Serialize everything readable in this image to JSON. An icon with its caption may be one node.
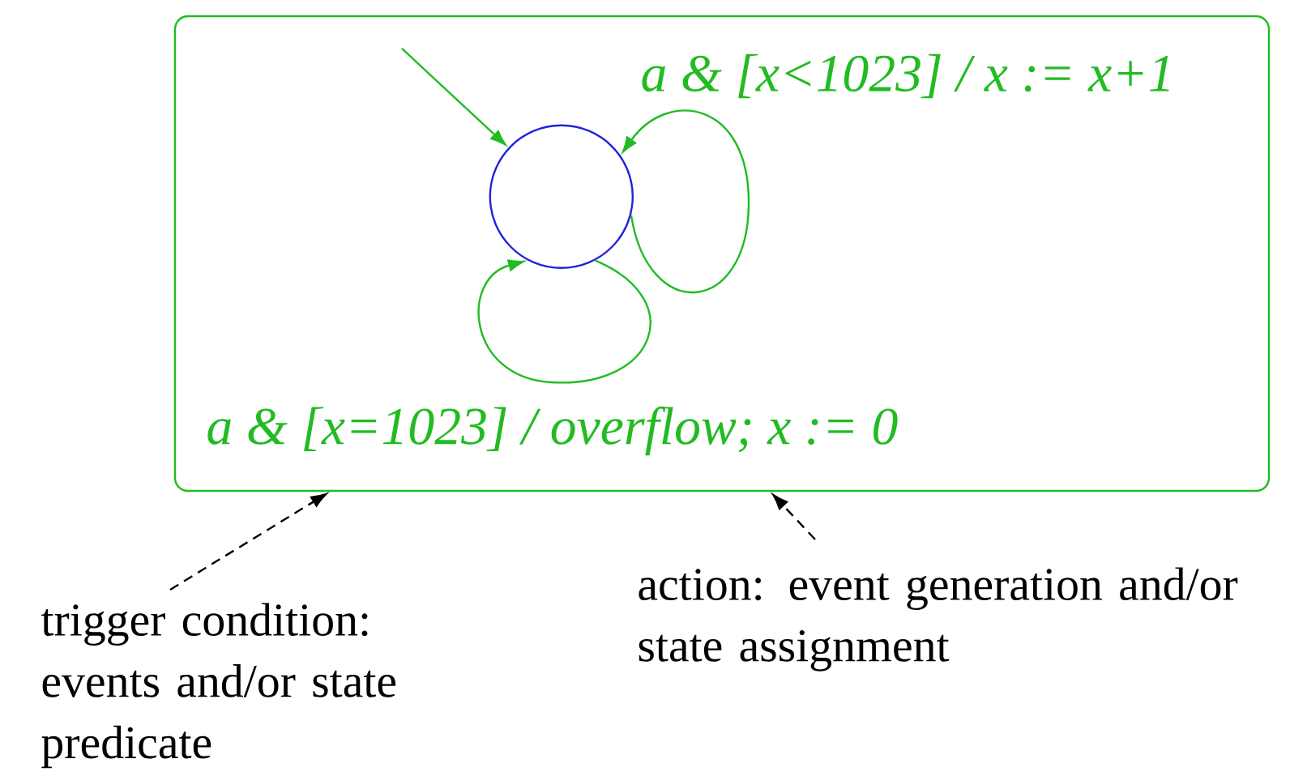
{
  "diagram": {
    "nodes": [
      {
        "text": [],
        "shape": "box"
      },
      {
        "text": [],
        "shape": "circle",
        "in": 0
      },
      {
        "text": [
          "trigger condition: events and/or state predicate"
        ]
      },
      {
        "text": [
          "action: event generation and/or state assignment"
        ]
      }
    ],
    "edges": [
      {
        "from": null,
        "to": 1,
        "arrow": "to",
        "color": "#22bb22"
      },
      {
        "from": 1,
        "to": 1,
        "arrow": "to",
        "label": "a & [x<1023] / x := x+1",
        "color": "#22bb22"
      },
      {
        "from": 1,
        "to": 1,
        "arrow": "to",
        "label": "a & [x=1023] / overflow; x := 0",
        "color": "#22bb22"
      },
      {
        "from": 2,
        "to": 0,
        "arrow": "to",
        "style": "dashed",
        "color": "#000000"
      },
      {
        "from": 3,
        "to": 0,
        "arrow": "to",
        "style": "dashed",
        "color": "#000000"
      }
    ]
  }
}
